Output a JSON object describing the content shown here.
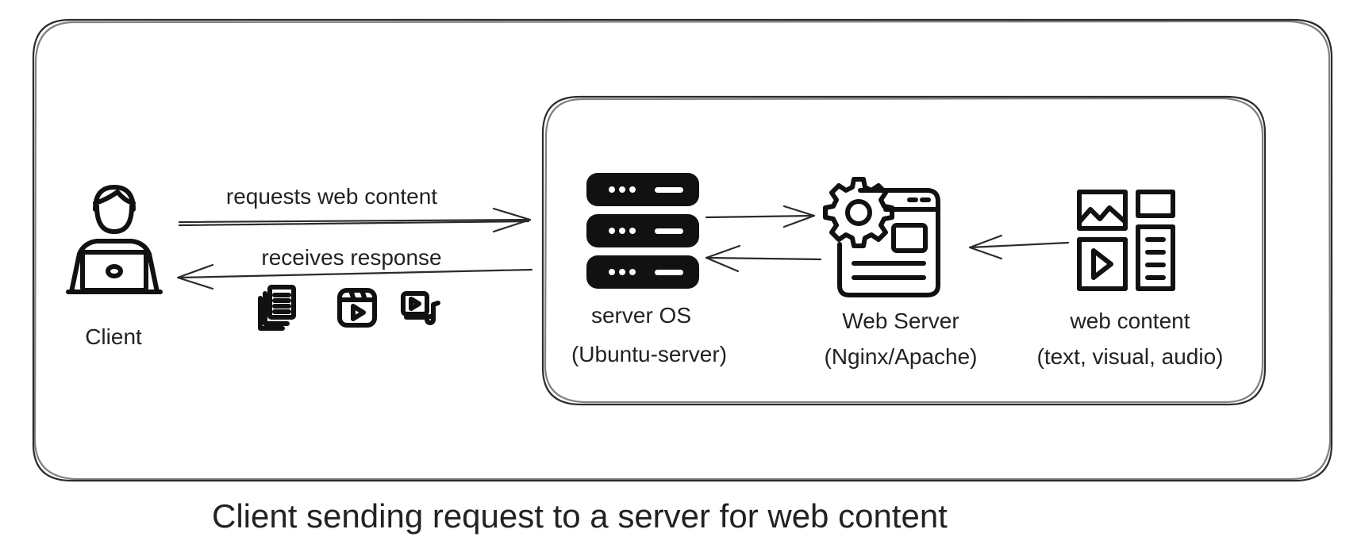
{
  "diagram": {
    "client_label": "Client",
    "request_label": "requests web content",
    "response_label": "receives response",
    "server_os_label": "server OS",
    "server_os_sub": "(Ubuntu-server)",
    "web_server_label": "Web Server",
    "web_server_sub": "(Nginx/Apache)",
    "web_content_label": "web content",
    "web_content_sub": "(text, visual, audio)",
    "caption": "Client sending request to a server for web content"
  },
  "icons": {
    "client": "person-laptop-icon",
    "documents": "documents-icon",
    "video": "video-play-icon",
    "media": "video-music-icon",
    "server_os": "server-rack-icon",
    "web_server": "gear-browser-icon",
    "web_content": "content-grid-icon"
  }
}
